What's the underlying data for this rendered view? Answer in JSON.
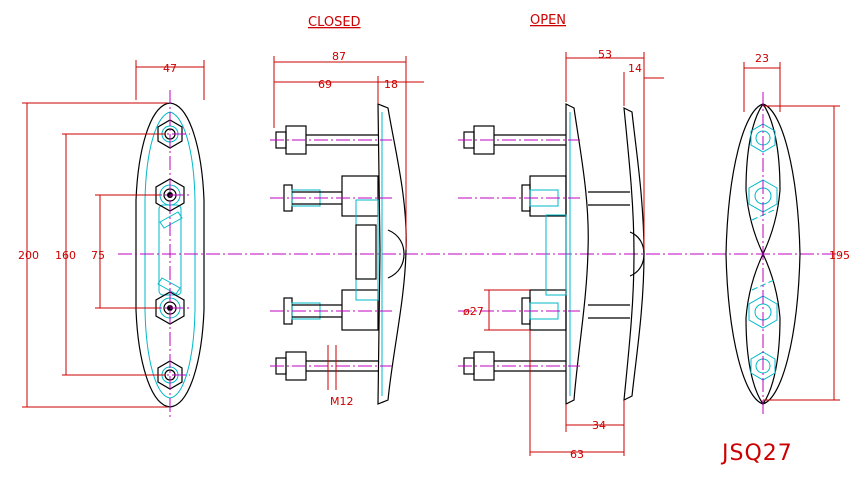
{
  "titles": {
    "closed": "CLOSED",
    "open": "OPEN"
  },
  "model_code": "JSQ27",
  "dimensions": {
    "front_width": "47",
    "front_height_total": "200",
    "front_hole_spacing_outer": "160",
    "front_hole_spacing_inner": "75",
    "closed_overall": "87",
    "closed_bolt_length": "69",
    "closed_flange": "18",
    "closed_thread": "M12",
    "open_top": "53",
    "open_top_small": "14",
    "open_diameter": "ø27",
    "open_bottom_small": "34",
    "open_bottom_total": "63",
    "side_width": "23",
    "side_height": "195"
  },
  "colors": {
    "dimension": "#cc0000",
    "outline": "#000000",
    "hidden": "#00b8c8",
    "centerline": "#c000c0"
  }
}
